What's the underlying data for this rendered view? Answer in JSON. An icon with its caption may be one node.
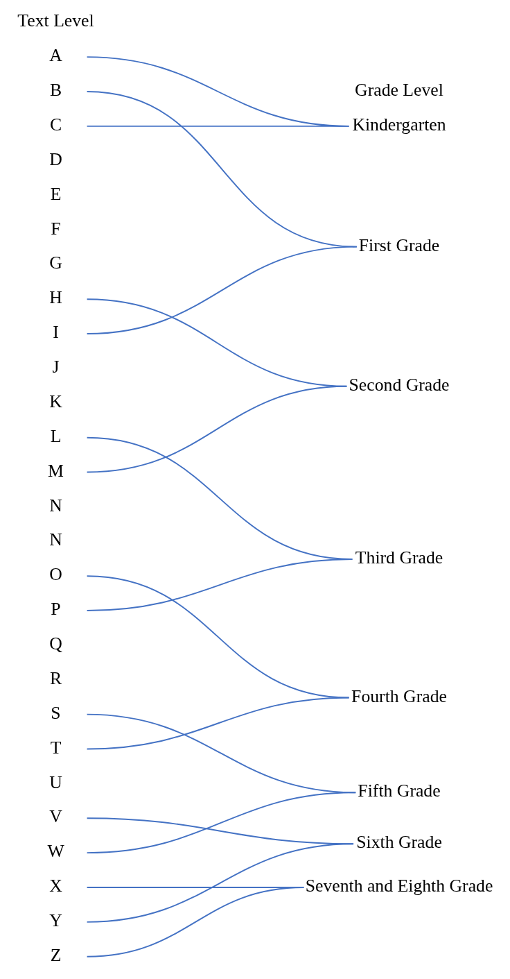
{
  "diagram": {
    "nodes": [
      {
        "text": [
          "A"
        ]
      },
      {
        "text": [
          "B"
        ]
      },
      {
        "text": [
          "C"
        ]
      },
      {
        "text": [
          "D"
        ]
      },
      {
        "text": [
          "E"
        ]
      },
      {
        "text": [
          "F"
        ]
      },
      {
        "text": [
          "G"
        ]
      },
      {
        "text": [
          "H"
        ]
      },
      {
        "text": [
          "I"
        ]
      },
      {
        "text": [
          "J"
        ]
      },
      {
        "text": [
          "K"
        ]
      },
      {
        "text": [
          "L"
        ]
      },
      {
        "text": [
          "M"
        ]
      },
      {
        "text": [
          "N"
        ]
      },
      {
        "text": [
          "N"
        ]
      },
      {
        "text": [
          "O"
        ]
      },
      {
        "text": [
          "P"
        ]
      },
      {
        "text": [
          "Q"
        ]
      },
      {
        "text": [
          "R"
        ]
      },
      {
        "text": [
          "S"
        ]
      },
      {
        "text": [
          "T"
        ]
      },
      {
        "text": [
          "U"
        ]
      },
      {
        "text": [
          "V"
        ]
      },
      {
        "text": [
          "W"
        ]
      },
      {
        "text": [
          "X"
        ]
      },
      {
        "text": [
          "Y"
        ]
      },
      {
        "text": [
          "Z"
        ]
      },
      {
        "text": [
          "Kindergarten"
        ]
      },
      {
        "text": [
          "First Grade"
        ]
      },
      {
        "text": [
          "Second Grade"
        ]
      },
      {
        "text": [
          "Third Grade"
        ]
      },
      {
        "text": [
          "Fourth Grade"
        ]
      },
      {
        "text": [
          "Fifth Grade"
        ]
      },
      {
        "text": [
          "Sixth Grade"
        ]
      },
      {
        "text": [
          "Seventh and Eighth Grade"
        ]
      }
    ],
    "edges": [
      {
        "from": 0,
        "to": 27,
        "arrow": "none"
      },
      {
        "from": 2,
        "to": 27,
        "arrow": "none"
      },
      {
        "from": 1,
        "to": 28,
        "arrow": "none"
      },
      {
        "from": 8,
        "to": 28,
        "arrow": "none"
      },
      {
        "from": 7,
        "to": 29,
        "arrow": "none"
      },
      {
        "from": 12,
        "to": 29,
        "arrow": "none"
      },
      {
        "from": 11,
        "to": 30,
        "arrow": "none"
      },
      {
        "from": 16,
        "to": 30,
        "arrow": "none"
      },
      {
        "from": 15,
        "to": 31,
        "arrow": "none"
      },
      {
        "from": 20,
        "to": 31,
        "arrow": "none"
      },
      {
        "from": 19,
        "to": 32,
        "arrow": "none"
      },
      {
        "from": 23,
        "to": 32,
        "arrow": "none"
      },
      {
        "from": 22,
        "to": 33,
        "arrow": "none"
      },
      {
        "from": 25,
        "to": 33,
        "arrow": "none"
      },
      {
        "from": 24,
        "to": 34,
        "arrow": "none"
      },
      {
        "from": 26,
        "to": 34,
        "arrow": "none"
      }
    ],
    "labels": [
      "Text Level",
      "Grade Level"
    ]
  }
}
